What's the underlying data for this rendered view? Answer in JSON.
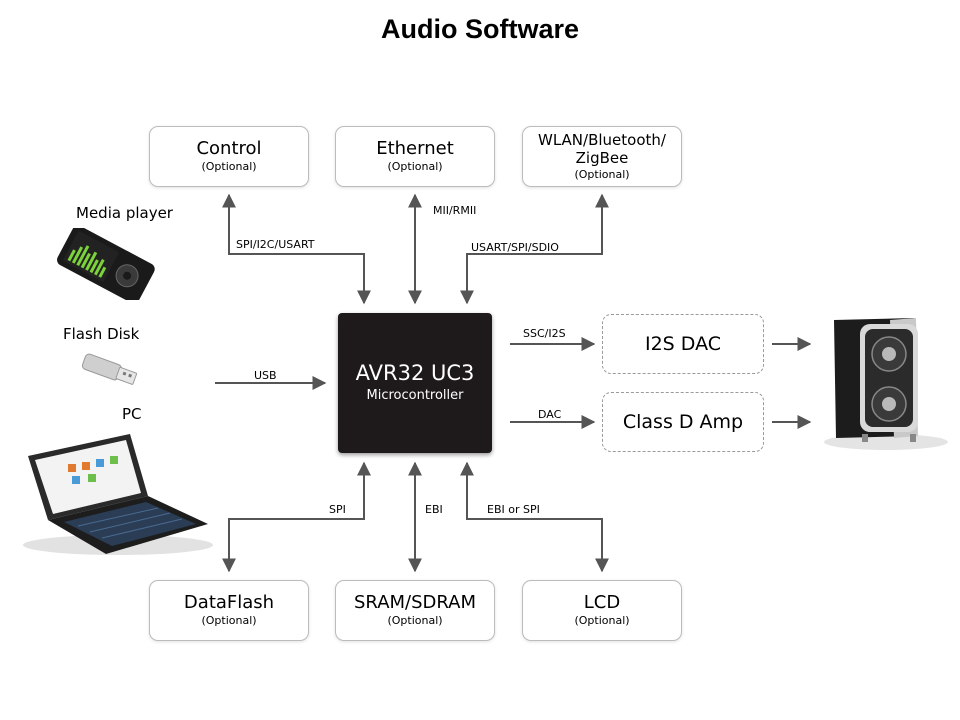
{
  "title": "Audio Software",
  "mcu": {
    "name": "AVR32 UC3",
    "subtitle": "Microcontroller"
  },
  "top_blocks": [
    {
      "title": "Control",
      "note": "(Optional)"
    },
    {
      "title": "Ethernet",
      "note": "(Optional)"
    },
    {
      "title_line1": "WLAN/Bluetooth/",
      "title_line2": "ZigBee",
      "note": "(Optional)"
    }
  ],
  "bottom_blocks": [
    {
      "title": "DataFlash",
      "note": "(Optional)"
    },
    {
      "title": "SRAM/SDRAM",
      "note": "(Optional)"
    },
    {
      "title": "LCD",
      "note": "(Optional)"
    }
  ],
  "right_blocks": [
    {
      "title": "I2S DAC"
    },
    {
      "title": "Class D Amp"
    }
  ],
  "devices": {
    "media_player": "Media player",
    "flash_disk": "Flash Disk",
    "pc": "PC"
  },
  "bus_labels": {
    "control": "SPI/I2C/USART",
    "ethernet": "MII/RMII",
    "wireless": "USART/SPI/SDIO",
    "usb": "USB",
    "ssc": "SSC/I2S",
    "dac": "DAC",
    "dataflash": "SPI",
    "sram": "EBI",
    "lcd": "EBI or SPI"
  },
  "colors": {
    "mcu_fill": "#1e1a1b",
    "line": "#555555",
    "box_border": "#bcbcbc"
  }
}
